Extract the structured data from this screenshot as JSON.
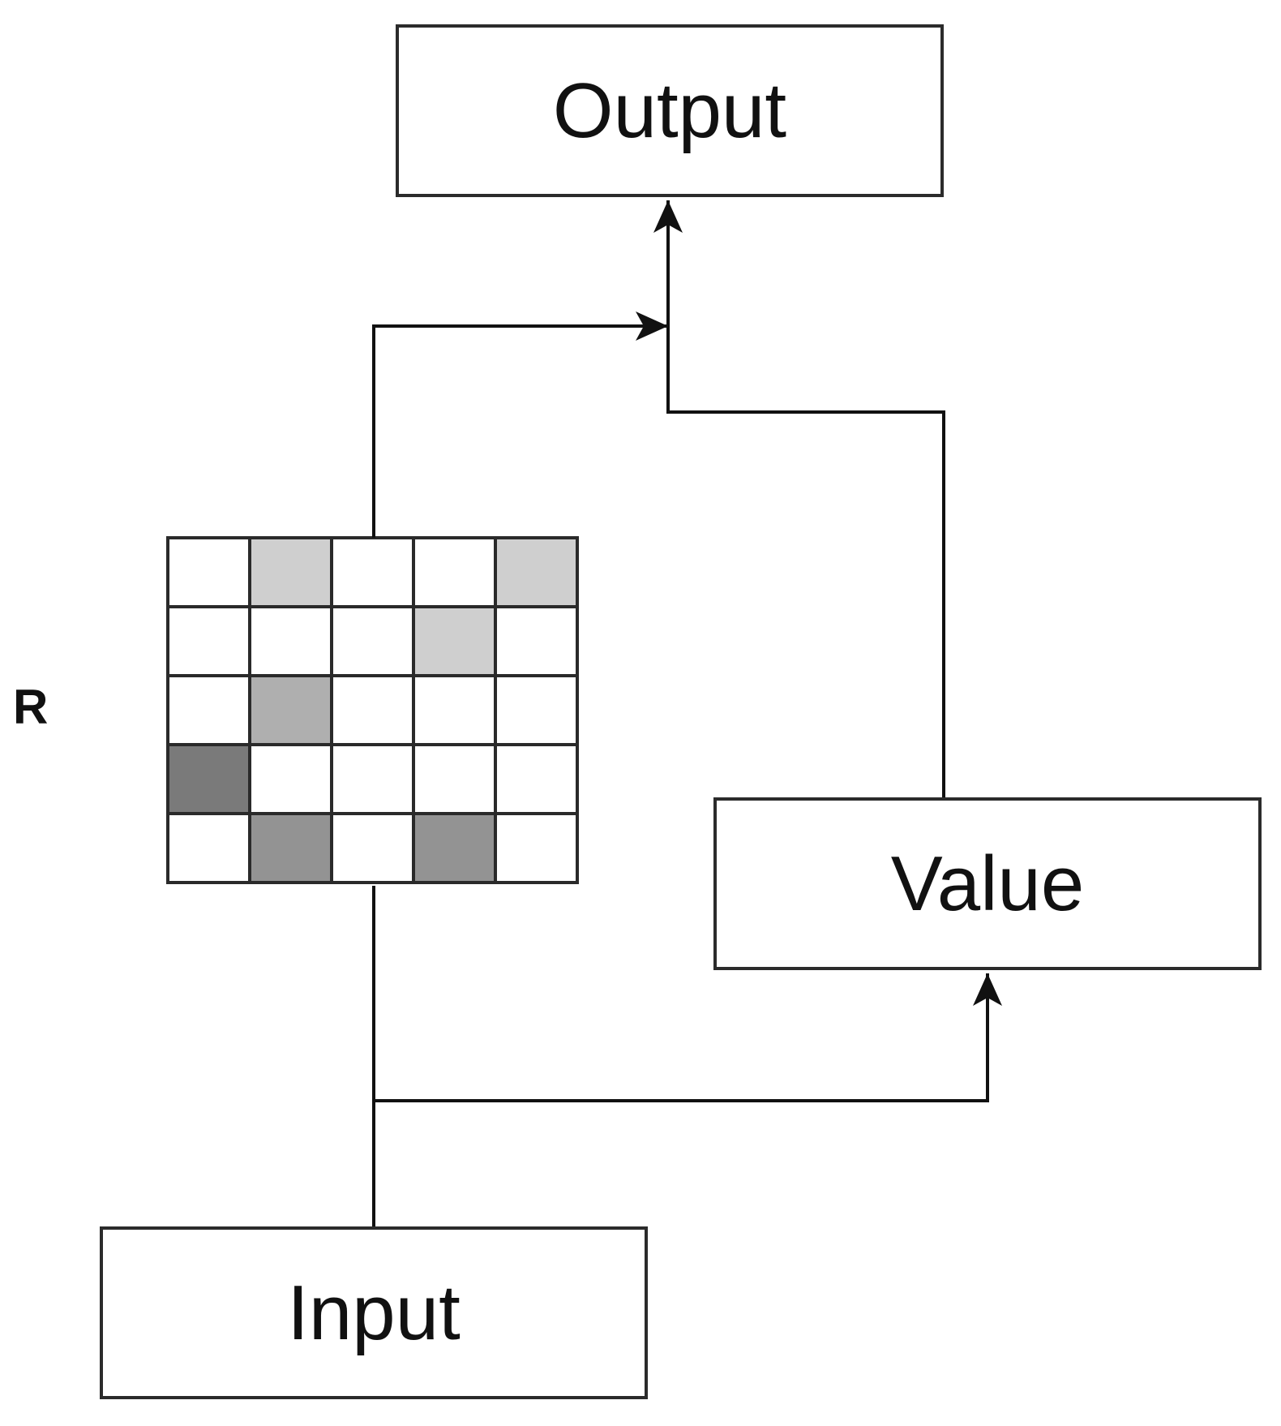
{
  "nodes": {
    "output": {
      "label": "Output"
    },
    "value": {
      "label": "Value"
    },
    "input": {
      "label": "Input"
    }
  },
  "matrix": {
    "label": "R",
    "rows": 5,
    "cols": 5,
    "cells": [
      [
        "#ffffff",
        "#cfcfcf",
        "#ffffff",
        "#ffffff",
        "#cfcfcf"
      ],
      [
        "#ffffff",
        "#ffffff",
        "#ffffff",
        "#cfcfcf",
        "#ffffff"
      ],
      [
        "#ffffff",
        "#afafaf",
        "#ffffff",
        "#ffffff",
        "#ffffff"
      ],
      [
        "#7a7a7a",
        "#ffffff",
        "#ffffff",
        "#ffffff",
        "#ffffff"
      ],
      [
        "#ffffff",
        "#939393",
        "#ffffff",
        "#939393",
        "#ffffff"
      ]
    ]
  },
  "edges": [
    {
      "from": "input",
      "to": "value"
    },
    {
      "from": "input",
      "to": "matrix"
    },
    {
      "from": "matrix",
      "to": "output"
    },
    {
      "from": "value",
      "to": "output"
    }
  ],
  "colors": {
    "stroke": "#111111",
    "box_border": "#2b2b2b",
    "grid_line": "#2a2a2a",
    "background": "#ffffff"
  }
}
